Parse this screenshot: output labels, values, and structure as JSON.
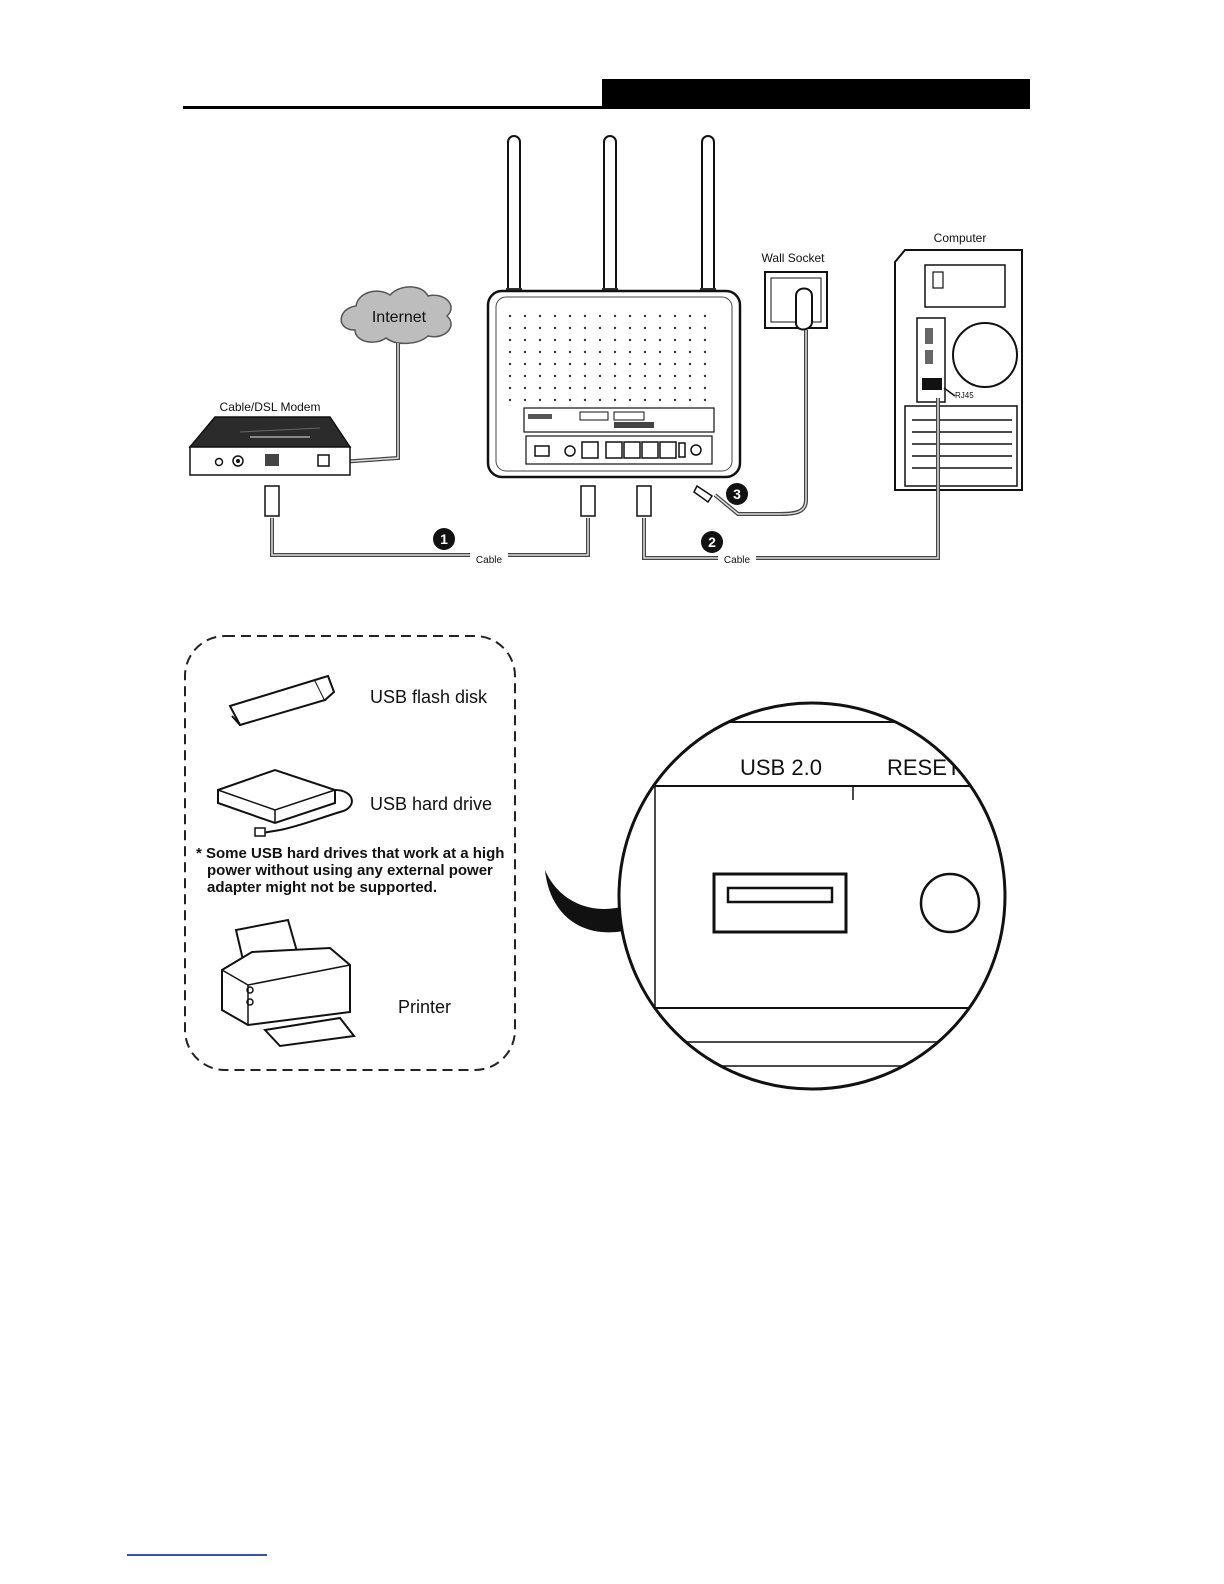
{
  "labels": {
    "internet": "Internet",
    "modem": "Cable/DSL Modem",
    "wall_socket": "Wall Socket",
    "computer": "Computer",
    "rj45": "RJ45",
    "cable": "Cable",
    "step1": "1",
    "step2": "2",
    "step3": "3"
  },
  "usb_devices": {
    "flash_disk": "USB flash disk",
    "hard_drive": "USB hard drive",
    "note_line1": "* Some USB hard drives that work at a high",
    "note_line2": "power without using any external power",
    "note_line3": "adapter might not be supported.",
    "printer": "Printer"
  },
  "zoom": {
    "usb_label": "USB 2.0",
    "reset_label": "RESET"
  }
}
